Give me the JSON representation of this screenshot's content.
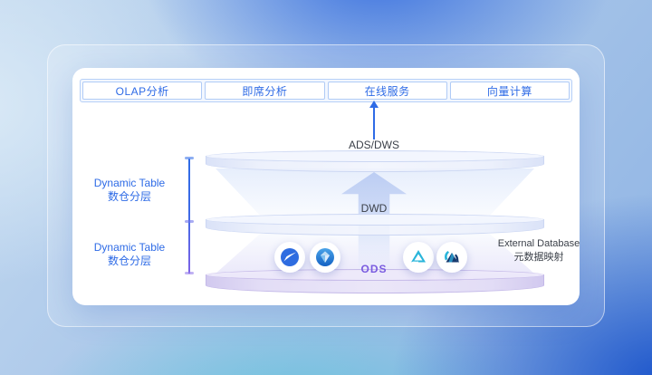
{
  "top_row": {
    "boxes": [
      {
        "label": "OLAP分析"
      },
      {
        "label": "即席分析"
      },
      {
        "label": "在线服务"
      },
      {
        "label": "向量计算"
      }
    ]
  },
  "layers": {
    "ads": {
      "label": "ADS/DWS"
    },
    "dwd": {
      "label": "DWD"
    },
    "ods": {
      "label": "ODS"
    }
  },
  "left_labels": [
    {
      "line1": "Dynamic Table",
      "line2": "数仓分层"
    },
    {
      "line1": "Dynamic Table",
      "line2": "数仓分层"
    }
  ],
  "external_db": {
    "line1": "External Database",
    "line2": "元数据映射"
  },
  "icons": [
    {
      "name": "comet-icon"
    },
    {
      "name": "gem-icon"
    },
    {
      "name": "delta-triangle-icon"
    },
    {
      "name": "mountain-sync-icon"
    }
  ],
  "colors": {
    "accent_blue": "#2E6BE6",
    "accent_purple": "#7A5CE0",
    "text_dark": "#3B4049"
  }
}
